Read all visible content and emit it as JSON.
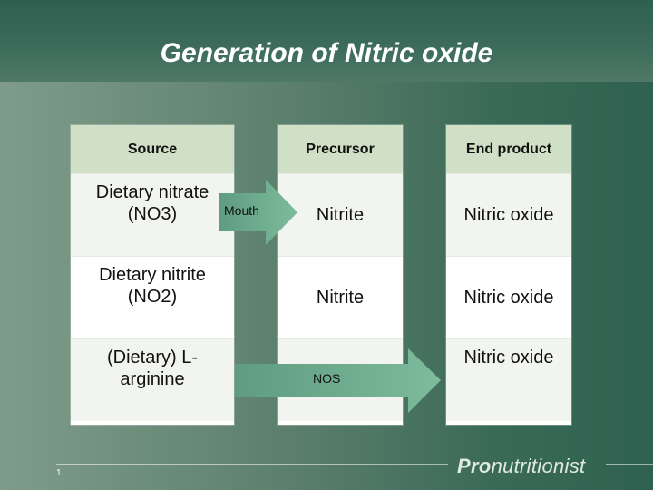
{
  "slide": {
    "title": "Generation of Nitric oxide",
    "page_number": "1"
  },
  "columns": {
    "source": {
      "header": "Source",
      "cells": [
        "Dietary nitrate (NO3)",
        "Dietary nitrite (NO2)",
        "(Dietary) L-arginine"
      ]
    },
    "precursor": {
      "header": "Precursor",
      "cells": [
        "Nitrite",
        "Nitrite",
        ""
      ]
    },
    "end_product": {
      "header": "End product",
      "cells": [
        "Nitric oxide",
        "Nitric oxide",
        "Nitric oxide"
      ]
    }
  },
  "arrows": {
    "mouth_label": "Mouth",
    "nos_label": "NOS",
    "fill_color": "#77b596"
  },
  "logo": {
    "bold_part": "Pro",
    "rest_part": "nutritionist"
  },
  "colors": {
    "header_fill": "#cfe0c6",
    "title_band": "#2e5f4e"
  }
}
